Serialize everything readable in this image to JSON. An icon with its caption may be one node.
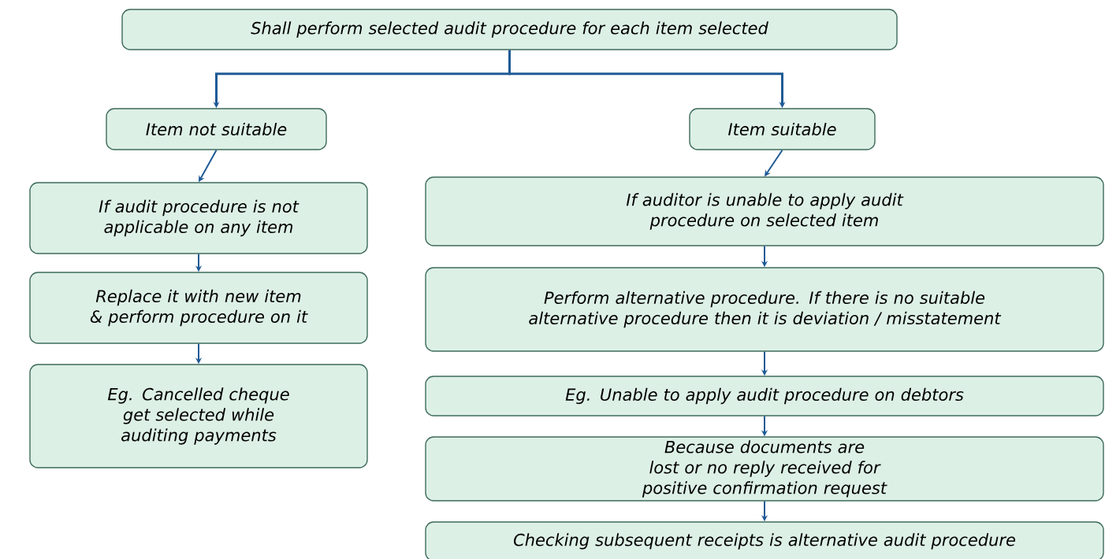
{
  "diagram": {
    "nodes": [
      {
        "text": [
          "Shall perform selected audit procedure for each item selected"
        ]
      },
      {
        "text": [
          "Item not suitable"
        ]
      },
      {
        "text": [
          "Item suitable"
        ]
      },
      {
        "text": [
          "If audit procedure is not applicable on any item"
        ]
      },
      {
        "text": [
          "Replace it with new item & perform procedure on it"
        ]
      },
      {
        "text": [
          "Eg. Cancelled cheque get selected while auditing payments"
        ]
      },
      {
        "text": [
          "If auditor is unable to apply audit procedure on selected item"
        ]
      },
      {
        "text": [
          "Perform alternative procedure. If there is no suitable alternative procedure then it is deviation / misstatement"
        ]
      },
      {
        "text": [
          "Eg. Unable to apply audit procedure on debtors"
        ]
      },
      {
        "text": [
          "Because documents are lost or no reply received for positive confirmation request"
        ]
      },
      {
        "text": [
          "Checking subsequent receipts is alternative audit procedure"
        ]
      }
    ],
    "edges": [
      {
        "from": 0,
        "to": 1,
        "arrow": "to"
      },
      {
        "from": 0,
        "to": 2,
        "arrow": "to"
      },
      {
        "from": 1,
        "to": 3,
        "arrow": "to"
      },
      {
        "from": 3,
        "to": 4,
        "arrow": "to"
      },
      {
        "from": 4,
        "to": 5,
        "arrow": "to"
      },
      {
        "from": 2,
        "to": 6,
        "arrow": "to"
      },
      {
        "from": 6,
        "to": 7,
        "arrow": "to"
      },
      {
        "from": 7,
        "to": 8,
        "arrow": "to"
      },
      {
        "from": 8,
        "to": 9,
        "arrow": "to"
      },
      {
        "from": 9,
        "to": 10,
        "arrow": "to"
      }
    ]
  }
}
